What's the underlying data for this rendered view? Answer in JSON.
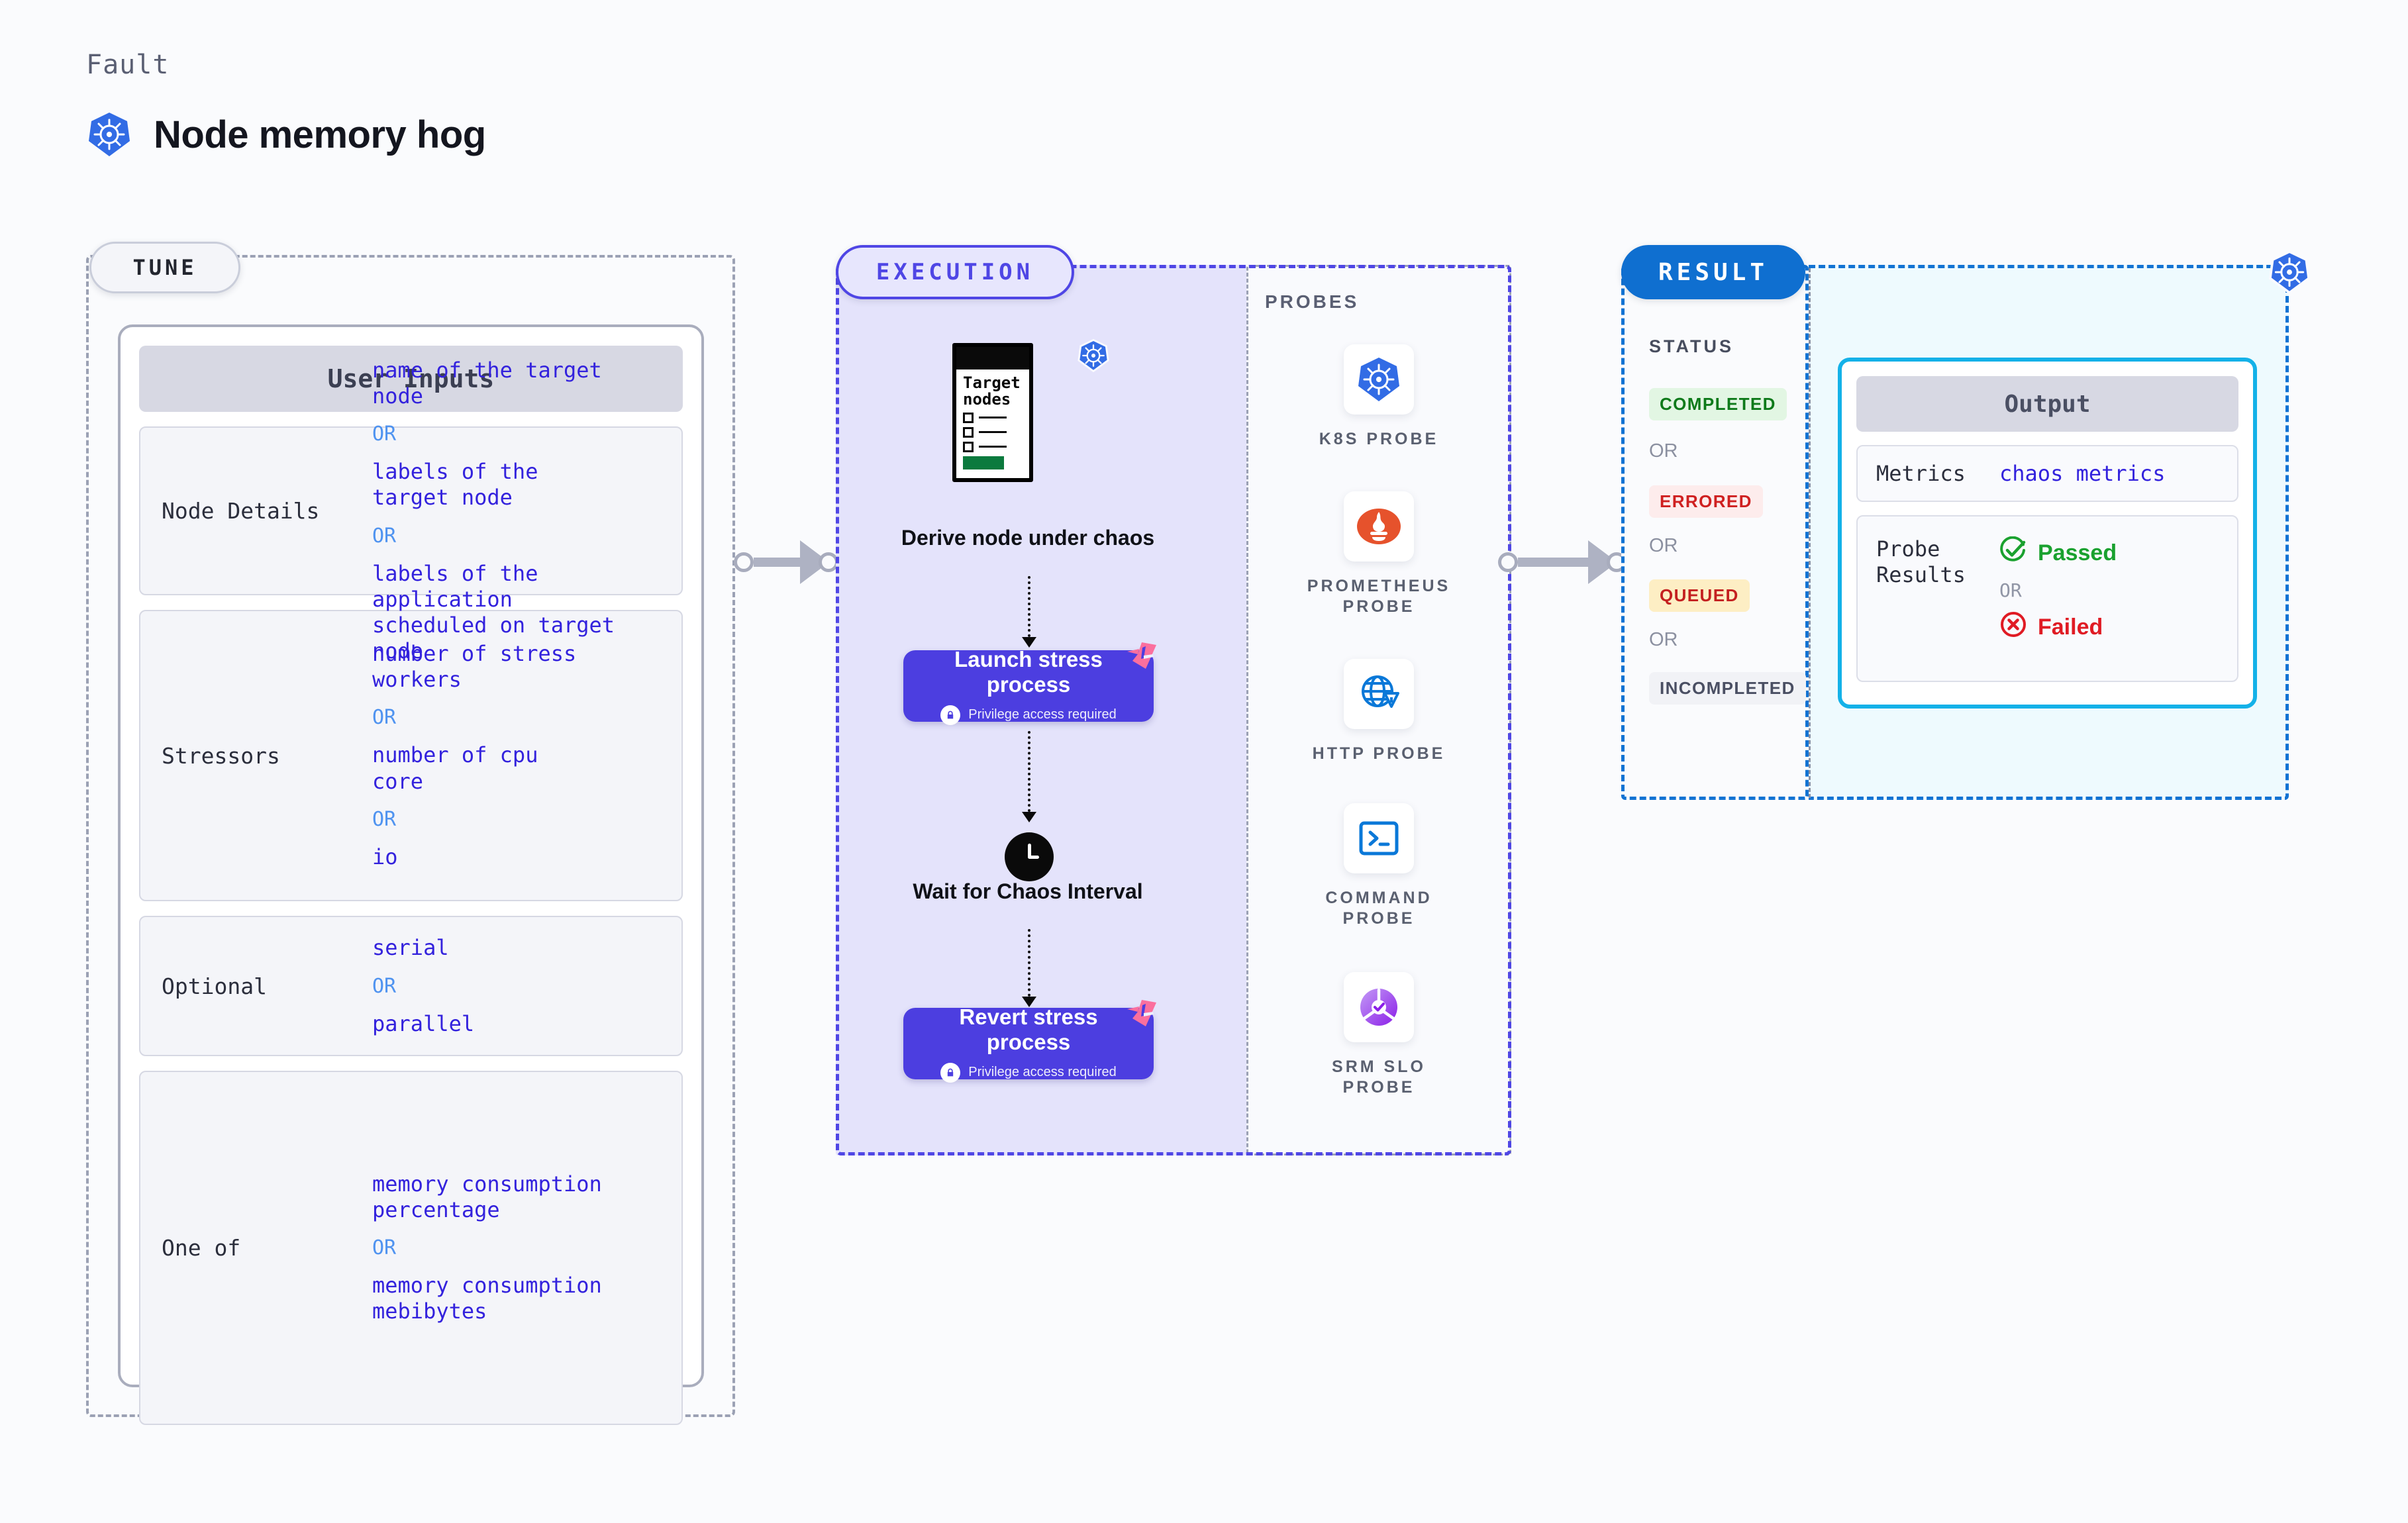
{
  "header": {
    "kicker": "Fault",
    "title": "Node memory hog",
    "icon": "kubernetes-icon"
  },
  "tune": {
    "pill_label": "TUNE",
    "card_title": "User Inputs",
    "rows": [
      {
        "label": "Node Details",
        "values": [
          "name of the target\nnode",
          "labels of the\ntarget node",
          "labels of the application\n scheduled on target node"
        ],
        "separator": "OR"
      },
      {
        "label": "Stressors",
        "values": [
          "number of stress\nworkers",
          "number of cpu\ncore",
          "io"
        ],
        "separator": "OR"
      },
      {
        "label": "Optional",
        "values": [
          "serial",
          "parallel"
        ],
        "separator": "OR"
      },
      {
        "label": "One of",
        "values": [
          "memory consumption\npercentage",
          "memory consumption\nmebibytes"
        ],
        "separator": "OR"
      }
    ]
  },
  "execution": {
    "pill_label": "EXECUTION",
    "node_card": {
      "title": "Target\nnodes",
      "icon": "kubernetes-icon"
    },
    "steps": [
      {
        "caption": "Derive node under\nchaos"
      },
      {
        "title": "Launch stress\nprocess",
        "sub": "Privilege access required",
        "icon": "lock-icon",
        "badge": "chaos-badge"
      },
      {
        "caption": "Wait for Chaos\nInterval",
        "icon": "clock-icon"
      },
      {
        "title": "Revert stress\nprocess",
        "sub": "Privilege access required",
        "icon": "lock-icon",
        "badge": "chaos-badge"
      }
    ]
  },
  "probes": {
    "caption": "PROBES",
    "items": [
      {
        "label": "K8S  PROBE",
        "icon": "kubernetes-icon"
      },
      {
        "label": "PROMETHEUS\nPROBE",
        "icon": "prometheus-icon"
      },
      {
        "label": "HTTP  PROBE",
        "icon": "globe-warning-icon"
      },
      {
        "label": "COMMAND\nPROBE",
        "icon": "terminal-icon"
      },
      {
        "label": "SRM  SLO\nPROBE",
        "icon": "srm-slo-icon"
      }
    ]
  },
  "result": {
    "pill_label": "RESULT",
    "status_caption": "STATUS",
    "separator": "OR",
    "statuses": [
      {
        "label": "COMPLETED",
        "bg": "#e2f6e3",
        "fg": "#0e7a1a"
      },
      {
        "label": "ERRORED",
        "bg": "#fdecec",
        "fg": "#cf2020"
      },
      {
        "label": "QUEUED",
        "bg": "#fdeec4",
        "fg": "#c42020"
      },
      {
        "label": "INCOMPLETED",
        "bg": "#f1f2f6",
        "fg": "#4a4f63"
      }
    ],
    "output": {
      "title": "Output",
      "metrics_label": "Metrics",
      "metrics_value": "chaos metrics",
      "probe_results_label": "Probe\nResults",
      "passed_label": "Passed",
      "failed_label": "Failed",
      "separator": "OR",
      "passed_icon": "check-circle-icon",
      "failed_icon": "x-circle-icon"
    },
    "icon": "kubernetes-icon"
  },
  "colors": {
    "accent_purple": "#4f46e5",
    "accent_blue": "#0f6fd0",
    "accent_cyan": "#14b1e8",
    "k8s_blue": "#326ce5",
    "chaos_pink": "#fb6f9e",
    "value_blue": "#3322dd"
  }
}
